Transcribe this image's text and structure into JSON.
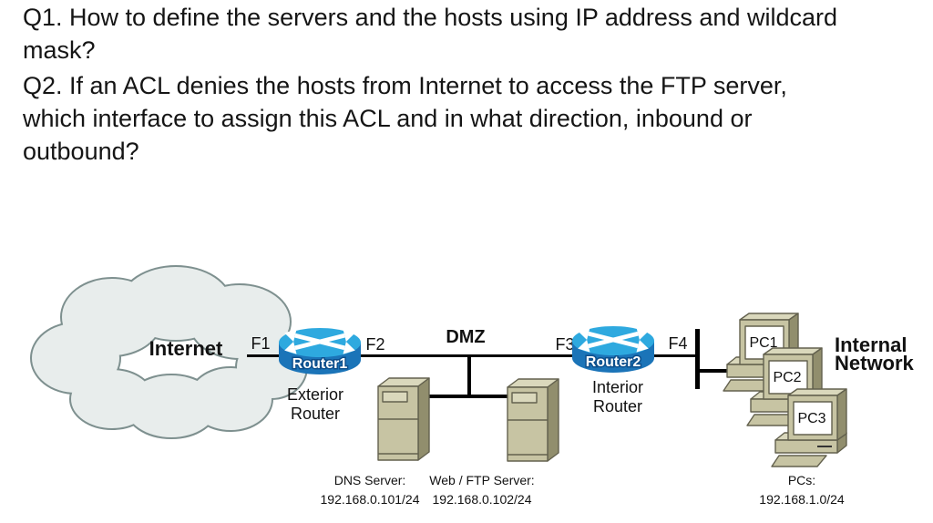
{
  "questions": {
    "lines": [
      "Q1. How to define the servers and the hosts using IP address and wildcard",
      "mask?",
      "Q2. If an ACL denies the hosts from Internet to access the FTP server,",
      "which interface to assign this ACL and in what direction, inbound or",
      "outbound?"
    ]
  },
  "diagram": {
    "internet": {
      "label": "Internet"
    },
    "dmz": {
      "label": "DMZ"
    },
    "internal_network": {
      "line1": "Internal",
      "line2": "Network"
    },
    "router1": {
      "name": "Router1",
      "interface_left": "F1",
      "interface_right": "F2",
      "role_line1": "Exterior",
      "role_line2": "Router"
    },
    "router2": {
      "name": "Router2",
      "interface_left": "F3",
      "interface_right": "F4",
      "role_line1": "Interior",
      "role_line2": "Router"
    },
    "dns_server": {
      "caption_line1": "DNS Server:",
      "caption_line2": "192.168.0.101/24"
    },
    "web_ftp_server": {
      "caption_line1": "Web / FTP Server:",
      "caption_line2": "192.168.0.102/24"
    },
    "pcs": {
      "pc1": "PC1",
      "pc2": "PC2",
      "pc3": "PC3",
      "caption_line1": "PCs:",
      "caption_line2": "192.168.1.0/24"
    }
  },
  "colors": {
    "background": "#FFFFFF",
    "line": "#000000",
    "cloud_fill": "#E8EDEC",
    "cloud_stroke": "#7E908F",
    "router_top": "#2EA9DF",
    "router_body": "#1B74B8",
    "router_label_outline": "#0D4F8C",
    "device_front": "#C7C4A3",
    "device_side": "#918E6D",
    "device_top": "#DAD8BC",
    "screen": "#FFFFFF"
  }
}
